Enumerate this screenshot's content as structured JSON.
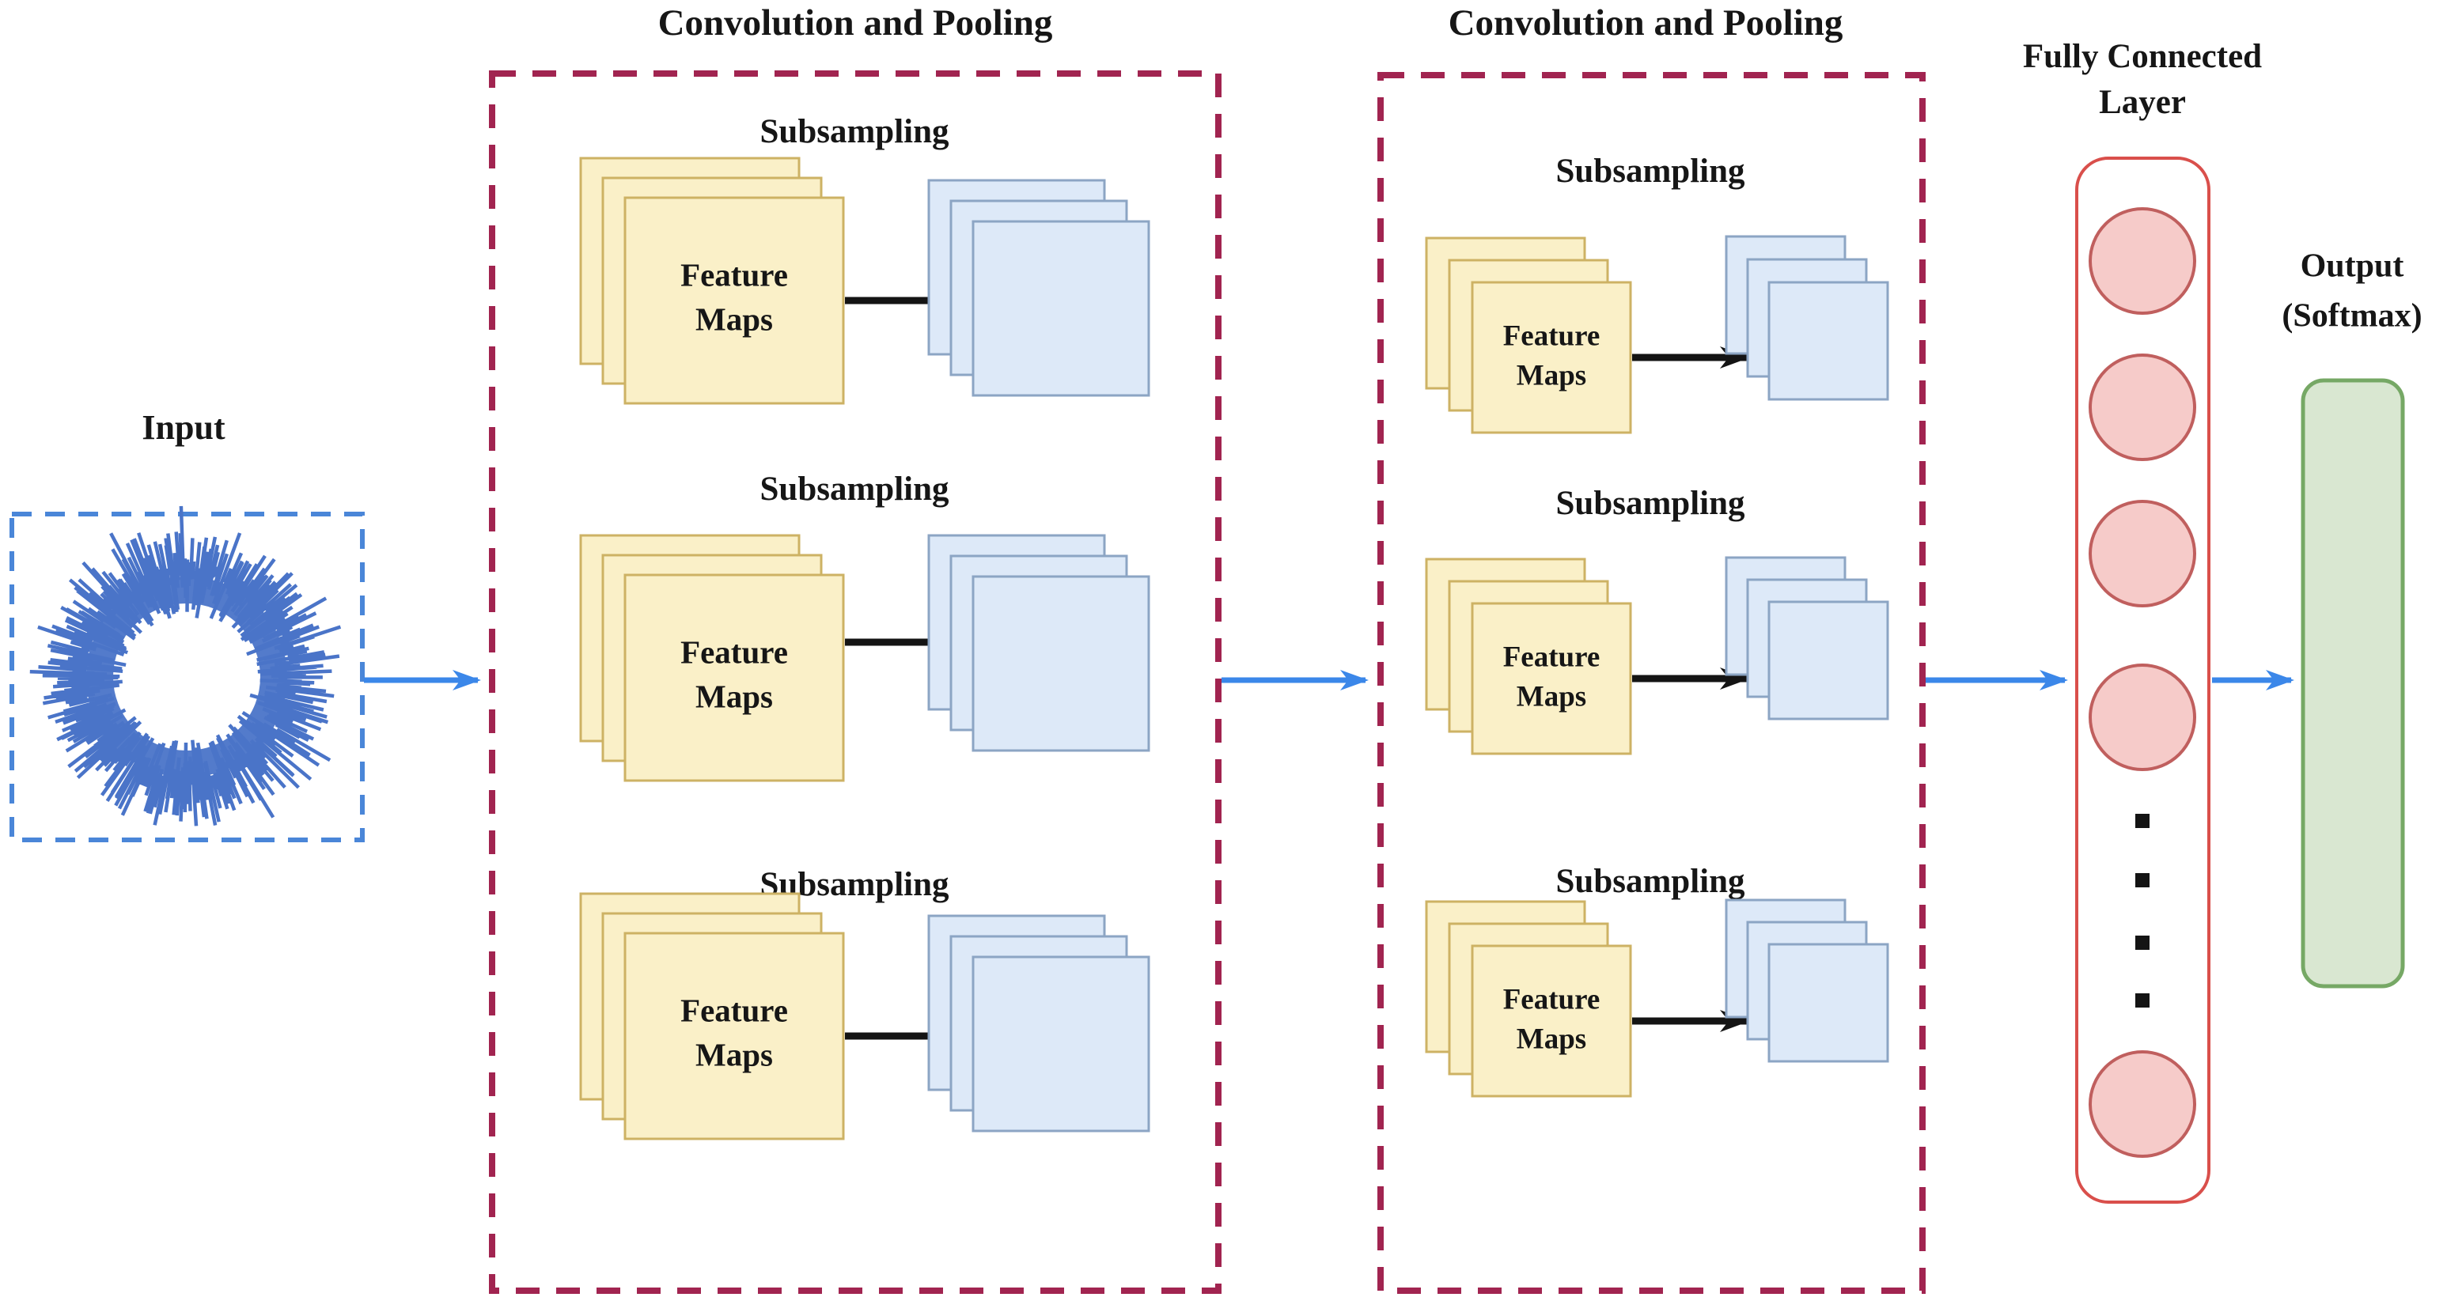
{
  "diagram": {
    "input": {
      "label": "Input"
    },
    "conv_blocks": [
      {
        "title": "Convolution and Pooling",
        "groups": [
          {
            "label": "Subsampling",
            "card_line1": "Feature",
            "card_line2": "Maps"
          },
          {
            "label": "Subsampling",
            "card_line1": "Feature",
            "card_line2": "Maps"
          },
          {
            "label": "Subsampling",
            "card_line1": "Feature",
            "card_line2": "Maps"
          }
        ]
      },
      {
        "title": "Convolution and Pooling",
        "groups": [
          {
            "label": "Subsampling",
            "card_line1": "Feature",
            "card_line2": "Maps"
          },
          {
            "label": "Subsampling",
            "card_line1": "Feature",
            "card_line2": "Maps"
          },
          {
            "label": "Subsampling",
            "card_line1": "Feature",
            "card_line2": "Maps"
          }
        ]
      }
    ],
    "fully_connected": {
      "label_line1": "Fully Connected",
      "label_line2": "Layer",
      "visible_neurons": 5,
      "ellipsis_dots": 4
    },
    "output": {
      "label_line1": "Output",
      "label_line2": "(Softmax)"
    },
    "colors": {
      "feature_map_fill": "#FAF0C8",
      "feature_map_border": "#CDB264",
      "pooled_map_fill": "#DDE9F8",
      "pooled_map_border": "#8CA5C4",
      "block_border": "#A12450",
      "input_border": "#4A86D8",
      "signal_color": "#4A74C8",
      "arrow_blue": "#3B87E9",
      "arrow_black": "#141414",
      "fc_border": "#D94F4B",
      "neuron_fill": "#F6CBC9",
      "neuron_border": "#C05F5E",
      "output_fill": "#D9E7D1",
      "output_border": "#76A865"
    }
  }
}
